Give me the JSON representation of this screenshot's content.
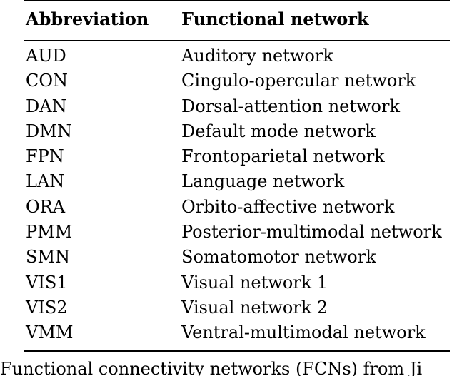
{
  "table": {
    "headers": {
      "abbreviation": "Abbreviation",
      "network": "Functional network"
    },
    "rows": [
      {
        "abbr": "AUD",
        "name": "Auditory network"
      },
      {
        "abbr": "CON",
        "name": "Cingulo-opercular network"
      },
      {
        "abbr": "DAN",
        "name": "Dorsal-attention network"
      },
      {
        "abbr": "DMN",
        "name": "Default mode network"
      },
      {
        "abbr": "FPN",
        "name": "Frontoparietal network"
      },
      {
        "abbr": "LAN",
        "name": "Language network"
      },
      {
        "abbr": "ORA",
        "name": "Orbito-affective network"
      },
      {
        "abbr": "PMM",
        "name": "Posterior-multimodal network"
      },
      {
        "abbr": "SMN",
        "name": "Somatomotor network"
      },
      {
        "abbr": "VIS1",
        "name": "Visual network 1"
      },
      {
        "abbr": "VIS2",
        "name": "Visual network 2"
      },
      {
        "abbr": "VMM",
        "name": "Ventral-multimodal network"
      }
    ]
  },
  "caption": {
    "text": "Functional connectivity networks (FCNs) from Ji"
  }
}
